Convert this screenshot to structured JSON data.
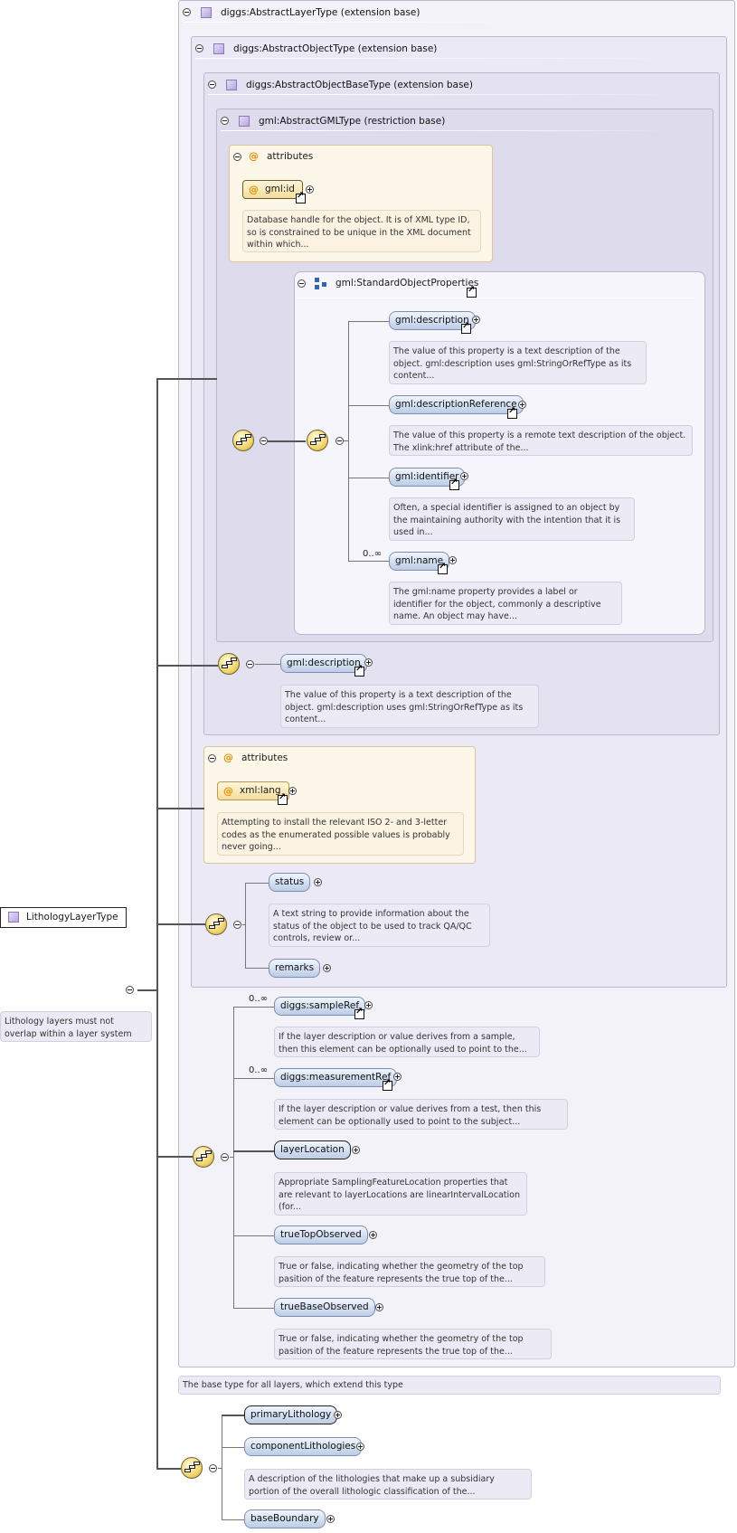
{
  "root": {
    "name": "LithologyLayerType",
    "doc": "Lithology layers must not overlap within a layer system"
  },
  "types": {
    "layer": "diggs:AbstractLayerType (extension base)",
    "object": "diggs:AbstractObjectType (extension base)",
    "objectBase": "diggs:AbstractObjectBaseType (extension base)",
    "gml": "gml:AbstractGMLType (restriction base)"
  },
  "gmlAttributes": {
    "title": "attributes",
    "attr": "gml:id",
    "doc": "Database handle for the object. It is of XML type ID, so is constrained to be unique in the XML document within which..."
  },
  "standardGroup": {
    "name": "gml:StandardObjectProperties",
    "items": [
      {
        "name": "gml:description",
        "doc": "The value of this property is a text description of the object. gml:description uses gml:StringOrRefType as its content..."
      },
      {
        "name": "gml:descriptionReference",
        "doc": "The value of this property is a remote text description of the object. The xlink:href attribute of the..."
      },
      {
        "name": "gml:identifier",
        "doc": "Often, a special identifier is assigned to an object by the maintaining authority with the intention that it is used in..."
      },
      {
        "name": "gml:name",
        "cardinality": "0..∞",
        "doc": "The gml:name property provides a label or identifier for the object, commonly a descriptive name. An object may have..."
      }
    ]
  },
  "objectBaseDescription": {
    "name": "gml:description",
    "doc": "The value of this property is a text description of the object. gml:description uses gml:StringOrRefType as its content..."
  },
  "objectAttributes": {
    "title": "attributes",
    "attr": "xml:lang",
    "doc": "Attempting to install the relevant ISO 2- and 3-letter codes as the enumerated possible values is probably never going..."
  },
  "objectSeq": [
    {
      "name": "status",
      "doc": "A text string to provide information about the status of the object to be used to track QA/QC controls, review or..."
    },
    {
      "name": "remarks"
    }
  ],
  "layerSeq": [
    {
      "name": "diggs:sampleRef",
      "cardinality": "0..∞",
      "doc": "If the layer description or value derives from a sample, then this element can be optionally used to point to the..."
    },
    {
      "name": "diggs:measurementRef",
      "cardinality": "0..∞",
      "doc": "If the layer description or value derives from a test, then this element can be optionally used to point to the subject..."
    },
    {
      "name": "layerLocation",
      "doc": "Appropriate SamplingFeatureLocation properties that are relevant to layerLocations are linearIntervalLocation (for..."
    },
    {
      "name": "trueTopObserved",
      "doc": "True or false, indicating whether the geometry of the top pasition of the feature represents the true top of the..."
    },
    {
      "name": "trueBaseObserved",
      "doc": "True or false, indicating whether the geometry of the top pasition of the feature represents the true top of the..."
    }
  ],
  "layerDoc": "The base type for all layers, which extend this type",
  "lithSeq": [
    {
      "name": "primaryLithology"
    },
    {
      "name": "componentLithologies",
      "doc": "A description of the lithologies that make up a subsidiary portion of the overall lithologic classification of the..."
    },
    {
      "name": "baseBoundary"
    }
  ]
}
